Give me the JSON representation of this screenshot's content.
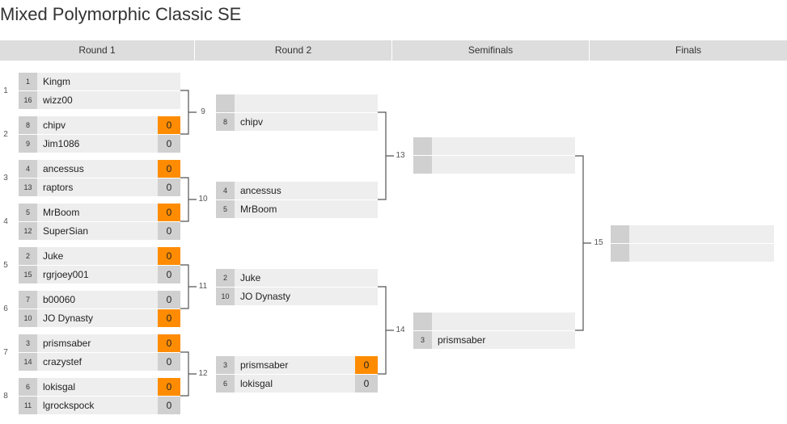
{
  "title": "Mixed Polymorphic Classic SE",
  "colors": {
    "accent": "#ff8c00",
    "header_bg": "#dddddd",
    "slot_bg": "#eeeeee",
    "seed_bg": "#d0d0d0"
  },
  "rounds": [
    "Round 1",
    "Round 2",
    "Semifinals",
    "Finals"
  ],
  "round1": [
    {
      "num": "1",
      "p1": {
        "seed": "1",
        "name": "Kingm",
        "score": ""
      },
      "p2": {
        "seed": "16",
        "name": "wizz00",
        "score": ""
      }
    },
    {
      "num": "2",
      "p1": {
        "seed": "8",
        "name": "chipv",
        "score": "0"
      },
      "p2": {
        "seed": "9",
        "name": "Jim1086",
        "score": "0"
      }
    },
    {
      "num": "3",
      "p1": {
        "seed": "4",
        "name": "ancessus",
        "score": "0"
      },
      "p2": {
        "seed": "13",
        "name": "raptors",
        "score": "0"
      }
    },
    {
      "num": "4",
      "p1": {
        "seed": "5",
        "name": "MrBoom",
        "score": "0"
      },
      "p2": {
        "seed": "12",
        "name": "SuperSian",
        "score": "0"
      }
    },
    {
      "num": "5",
      "p1": {
        "seed": "2",
        "name": "Juke",
        "score": "0"
      },
      "p2": {
        "seed": "15",
        "name": "rgrjoey001",
        "score": "0"
      }
    },
    {
      "num": "6",
      "p1": {
        "seed": "7",
        "name": "b00060",
        "score": "0"
      },
      "p2": {
        "seed": "10",
        "name": "JO Dynasty",
        "score": "0"
      }
    },
    {
      "num": "7",
      "p1": {
        "seed": "3",
        "name": "prismsaber",
        "score": "0"
      },
      "p2": {
        "seed": "14",
        "name": "crazystef",
        "score": "0"
      }
    },
    {
      "num": "8",
      "p1": {
        "seed": "6",
        "name": "lokisgal",
        "score": "0"
      },
      "p2": {
        "seed": "11",
        "name": "lgrockspock",
        "score": "0"
      }
    }
  ],
  "round2": [
    {
      "num": "9",
      "p1": {
        "seed": "",
        "name": "",
        "score": ""
      },
      "p2": {
        "seed": "8",
        "name": "chipv",
        "score": ""
      }
    },
    {
      "num": "10",
      "p1": {
        "seed": "4",
        "name": "ancessus",
        "score": ""
      },
      "p2": {
        "seed": "5",
        "name": "MrBoom",
        "score": ""
      }
    },
    {
      "num": "11",
      "p1": {
        "seed": "2",
        "name": "Juke",
        "score": ""
      },
      "p2": {
        "seed": "10",
        "name": "JO Dynasty",
        "score": ""
      }
    },
    {
      "num": "12",
      "p1": {
        "seed": "3",
        "name": "prismsaber",
        "score": "0"
      },
      "p2": {
        "seed": "6",
        "name": "lokisgal",
        "score": "0"
      }
    }
  ],
  "semifinals": [
    {
      "num": "13",
      "p1": {
        "seed": "",
        "name": "",
        "score": ""
      },
      "p2": {
        "seed": "",
        "name": "",
        "score": ""
      }
    },
    {
      "num": "14",
      "p1": {
        "seed": "",
        "name": "",
        "score": ""
      },
      "p2": {
        "seed": "3",
        "name": "prismsaber",
        "score": ""
      }
    }
  ],
  "finals": [
    {
      "num": "15",
      "p1": {
        "seed": "",
        "name": "",
        "score": ""
      },
      "p2": {
        "seed": "",
        "name": "",
        "score": ""
      }
    }
  ]
}
